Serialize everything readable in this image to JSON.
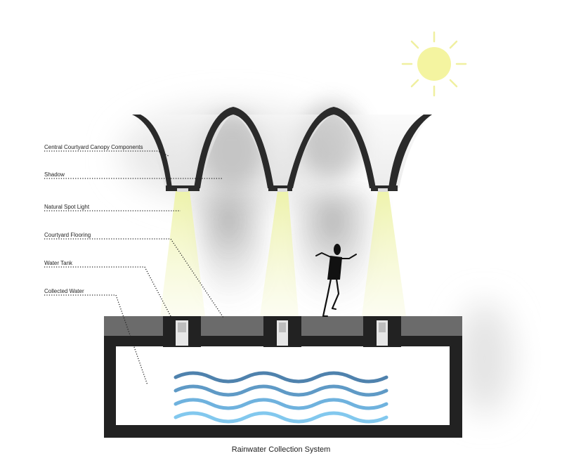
{
  "labels": {
    "canopy": "Central Courtyard Canopy Components",
    "shadow": "Shadow",
    "spot_light": "Natural Spot Light",
    "flooring": "Courtyard Flooring",
    "water_tank": "Water Tank",
    "collected_water": "Collected Water"
  },
  "caption": "Rainwater Collection System",
  "colors": {
    "sun": "#f4f4a0",
    "sun_rays": "#f0f0a0",
    "canopy": "#2a2a2a",
    "light_beam": "#e8f0a0",
    "floor_slab": "#6b6b6b",
    "tank_wall": "#222222",
    "water_dark": "#4f82ad",
    "water_light": "#7fc8ee",
    "figure": "#111111"
  },
  "icons": {
    "sun": "sun-icon",
    "person": "person-icon"
  }
}
